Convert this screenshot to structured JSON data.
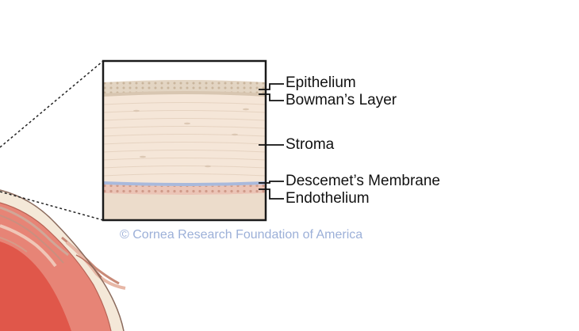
{
  "labels": {
    "epithelium": "Epithelium",
    "bowmans_layer": "Bowman’s Layer",
    "stroma": "Stroma",
    "descemets_membrane": "Descemet’s Membrane",
    "endothelium": "Endothelium"
  },
  "credit": "© Cornea Research Foundation of America",
  "colors": {
    "epithelium": "#ddd0c0",
    "bowman": "#e6d9c7",
    "stroma": "#f5e7d9",
    "descemet": "#a9b9dc",
    "endothelium": "#e7bcae",
    "aqueous": "#ecdccb",
    "eye_red": "#e46c5c",
    "credit_text": "#9cb0d8"
  }
}
